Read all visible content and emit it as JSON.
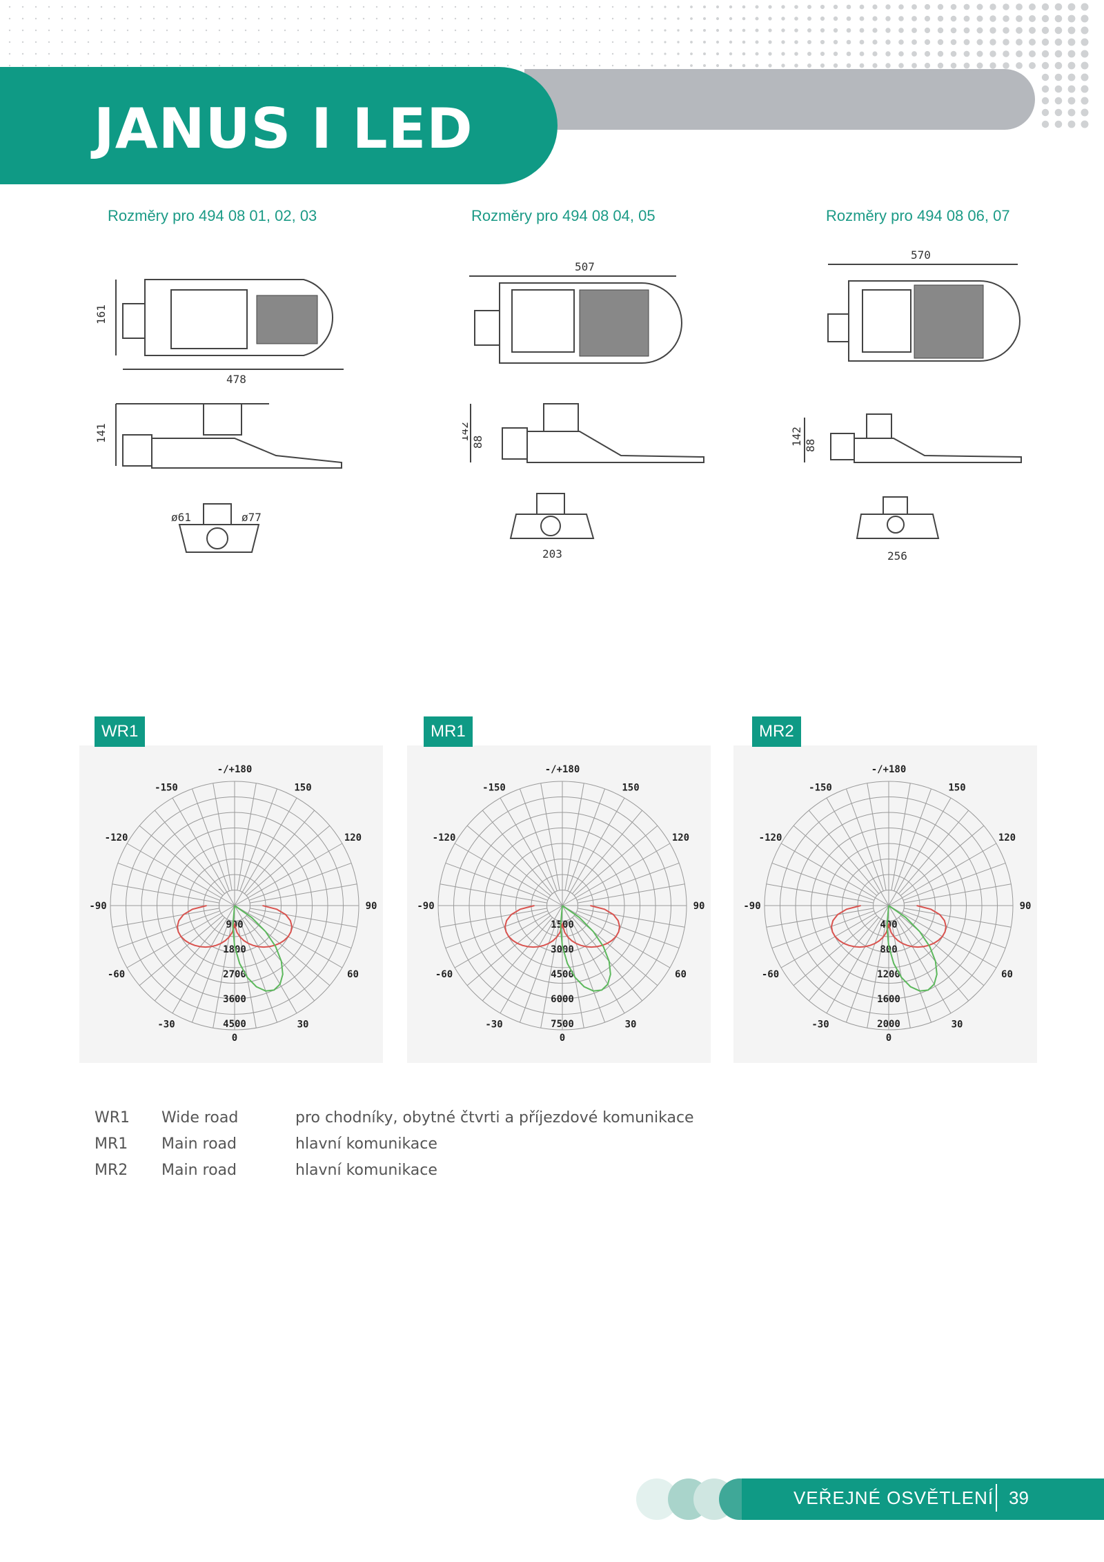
{
  "title": "JANUS I LED",
  "captions": [
    "Rozměry pro 494 08 01, 02, 03",
    "Rozměry pro 494 08 04, 05",
    "Rozměry pro 494 08 06, 07"
  ],
  "dims": {
    "d1": {
      "width": "478",
      "height": "161",
      "side": "141",
      "dia1": "ø61",
      "dia2": "ø77"
    },
    "d2": {
      "width": "507",
      "h1": "142",
      "h2": "88",
      "front": "203"
    },
    "d3": {
      "width": "570",
      "h1": "142",
      "h2": "88",
      "front": "256"
    }
  },
  "polar": [
    {
      "tag": "WR1",
      "rings": [
        "900",
        "1800",
        "2700",
        "3600",
        "4500"
      ]
    },
    {
      "tag": "MR1",
      "rings": [
        "1500",
        "3000",
        "4500",
        "6000",
        "7500"
      ]
    },
    {
      "tag": "MR2",
      "rings": [
        "400",
        "800",
        "1200",
        "1600",
        "2000"
      ]
    }
  ],
  "polar_angles": {
    "top": "-/+180",
    "m150": "-150",
    "p150": "150",
    "m120": "-120",
    "p120": "120",
    "m90": "-90",
    "p90": "90",
    "m60": "-60",
    "p60": "60",
    "m30": "-30",
    "p30": "30",
    "zero": "0"
  },
  "legend": [
    {
      "code": "WR1",
      "name": "Wide road",
      "desc": "pro chodníky, obytné čtvrti a příjezdové komunikace"
    },
    {
      "code": "MR1",
      "name": "Main road",
      "desc": "hlavní komunikace"
    },
    {
      "code": "MR2",
      "name": "Main road",
      "desc": "hlavní komunikace"
    }
  ],
  "footer": {
    "section": "VEŘEJNÉ OSVĚTLENÍ",
    "page": "39"
  },
  "colors": {
    "brand": "#0f9a85",
    "gray": "#b5b8bd",
    "curve_c0": "#d9534f",
    "curve_c90": "#5cb85c"
  }
}
